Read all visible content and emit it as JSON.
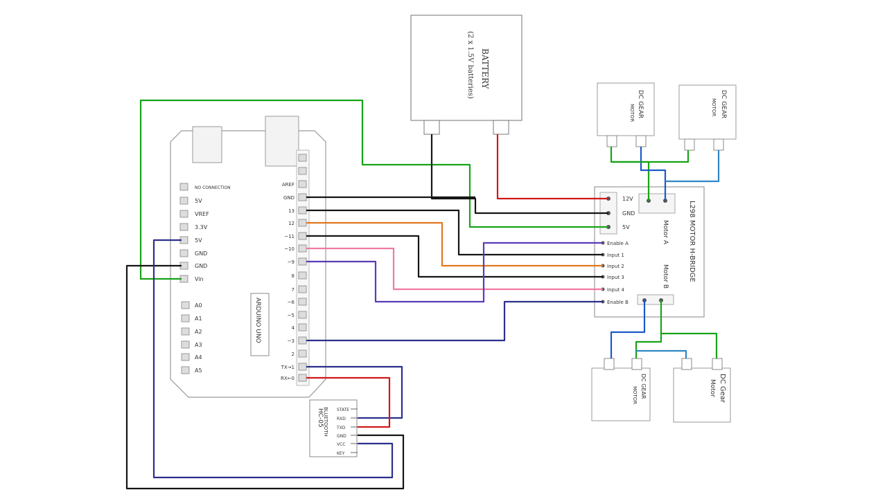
{
  "battery": {
    "title": "BATTERY",
    "subtitle": "(2 x 1.5V batteries)"
  },
  "arduino": {
    "board_label": "ARDUINO UNO",
    "left_pins": [
      "NO CONNECTION",
      "5V",
      "VREF",
      "3.3V",
      "5V",
      "GND",
      "GND",
      "Vin"
    ],
    "analog_pins": [
      "A0",
      "A1",
      "A2",
      "A3",
      "A4",
      "A5"
    ],
    "right_pins": [
      "AREF",
      "GND",
      "13",
      "12",
      "~11",
      "~10",
      "~9",
      "8",
      "7",
      "~6",
      "~5",
      "4",
      "~3",
      "2",
      "TX→1",
      "RX←0"
    ]
  },
  "bluetooth": {
    "name": "HC-05",
    "type": "BLUETOOTH",
    "pins": [
      "STATE",
      "RXD",
      "TXD",
      "GND",
      "VCC",
      "KEY"
    ]
  },
  "driver": {
    "title": "L298 MOTOR H-BRIDGE",
    "power_pins": [
      "12V",
      "GND",
      "5V"
    ],
    "control_pins": [
      "Enable A",
      "Input 1",
      "Input 2",
      "Input 3",
      "Input 4",
      "Enable B"
    ],
    "motor_a": "Motor A",
    "motor_b": "Motor B"
  },
  "motors": [
    {
      "id": "m1",
      "label": "DC GEAR",
      "sub": "MOTOR"
    },
    {
      "id": "m2",
      "label": "DC GEAR",
      "sub": "MOTOR"
    },
    {
      "id": "m3",
      "label": "DC GEAR",
      "sub": "MOTOR"
    },
    {
      "id": "m4",
      "label": "DC Gear",
      "sub": "Motor"
    }
  ],
  "colors": {
    "green": "#17a317",
    "black": "#141414",
    "red": "#d01818",
    "orange": "#e0781e",
    "pink": "#f07a9e",
    "purple": "#5a3ab8",
    "navy": "#2b2f8c",
    "blue": "#1c58c8",
    "steelblue": "#2f86c4"
  }
}
